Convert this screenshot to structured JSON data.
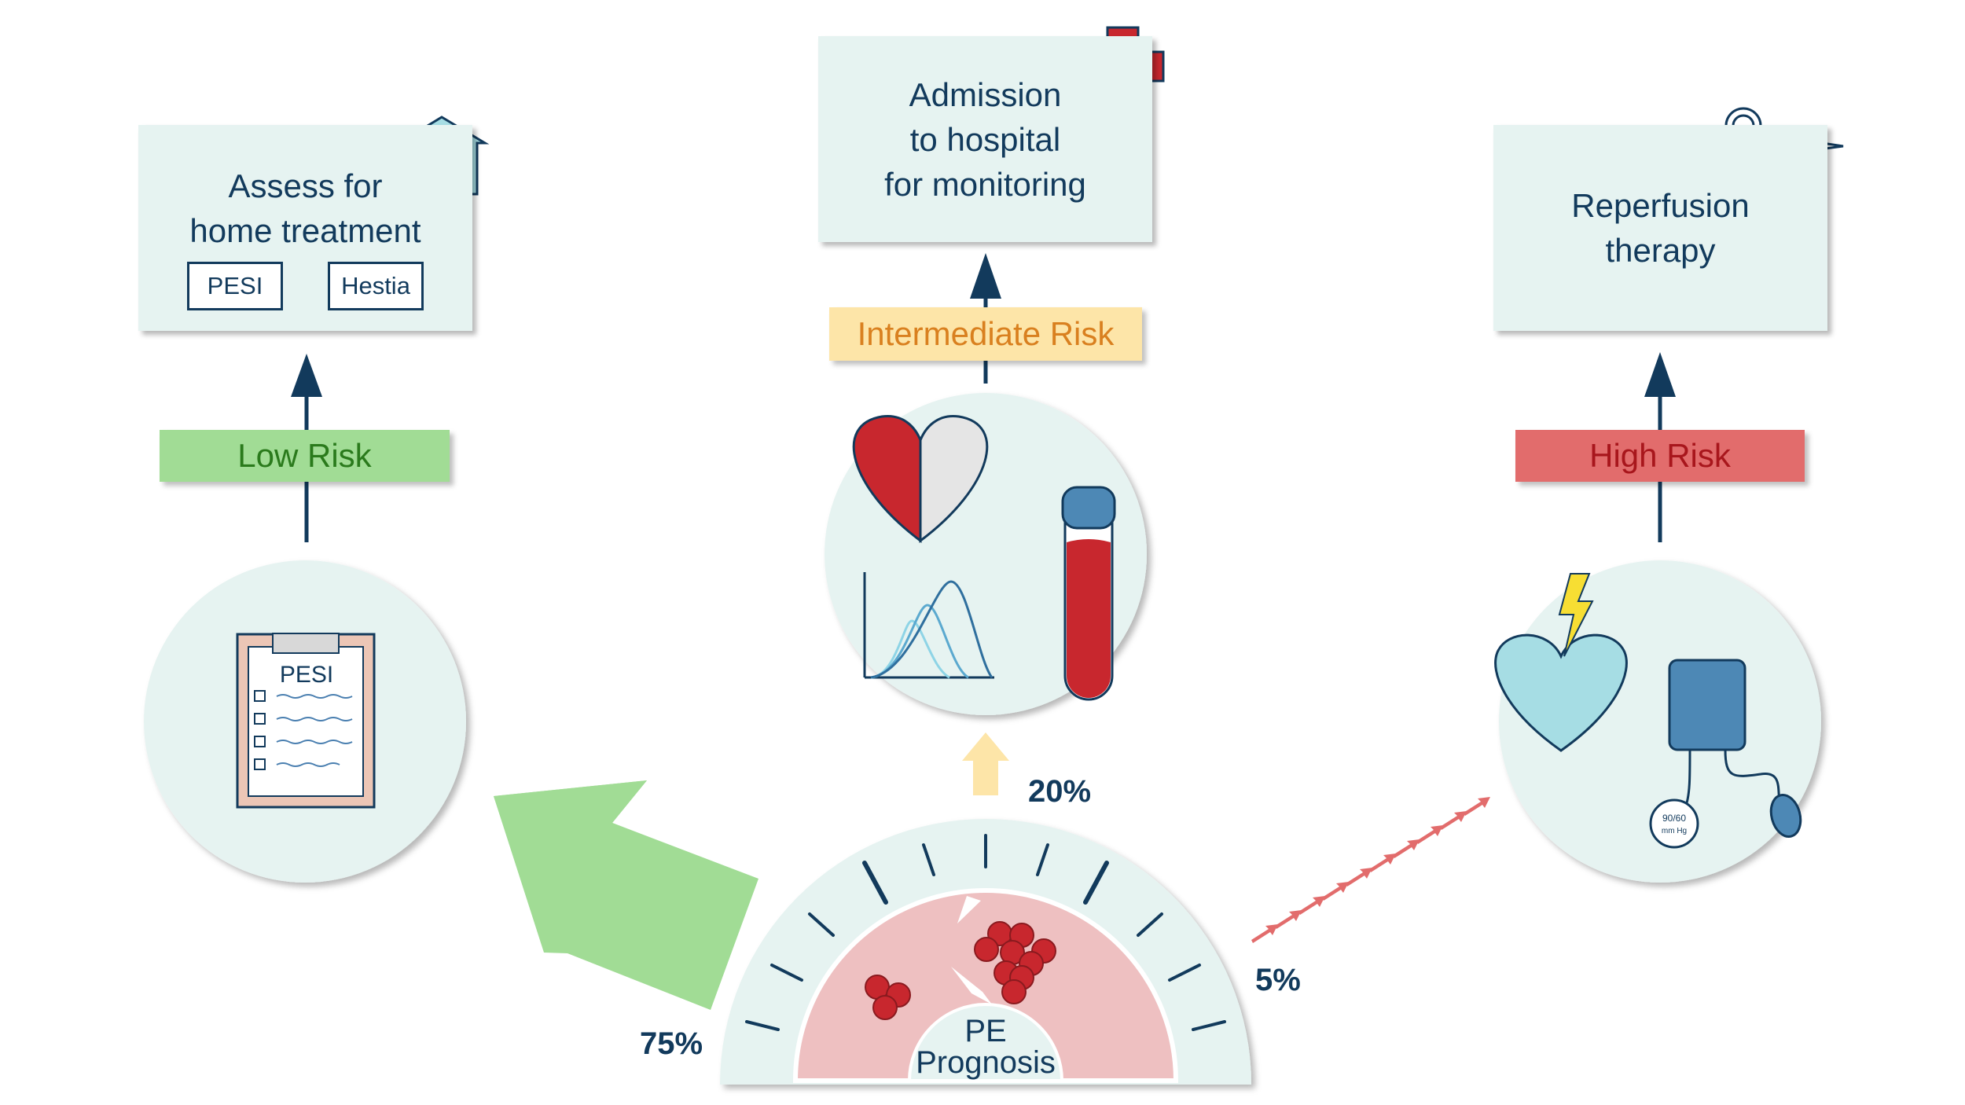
{
  "low": {
    "box_line1": "Assess for",
    "box_line2": "home treatment",
    "tool1": "PESI",
    "tool2": "Hestia",
    "risk_label": "Low Risk",
    "clipboard_title": "PESI",
    "percent": "75%"
  },
  "intermediate": {
    "box_line1": "Admission",
    "box_line2": "to hospital",
    "box_line3": "for monitoring",
    "risk_label": "Intermediate Risk",
    "percent": "20%"
  },
  "high": {
    "box_line1": "Reperfusion",
    "box_line2": "therapy",
    "risk_label": "High Risk",
    "bp_line1": "90/60",
    "bp_line2": "mm Hg",
    "percent": "5%"
  },
  "dial": {
    "line1": "PE",
    "line2": "Prognosis"
  },
  "colors": {
    "navy": "#123a5c",
    "panel": "#e6f3f1",
    "low_tag": "#a1dc95",
    "low_text": "#2a7a1c",
    "intermediate_tag": "#fde5a8",
    "intermediate_text": "#d9801f",
    "high_tag": "#e26c6c",
    "high_text": "#a8161c",
    "clot_red": "#c8272e",
    "dial_pink": "#eec0c1"
  },
  "icons": [
    "house-icon",
    "red-cross-icon",
    "scissors-icon",
    "clipboard-icon",
    "heart-half-icon",
    "blood-tube-icon",
    "curves-icon",
    "heart-lightning-icon",
    "blood-pressure-cuff-icon"
  ]
}
